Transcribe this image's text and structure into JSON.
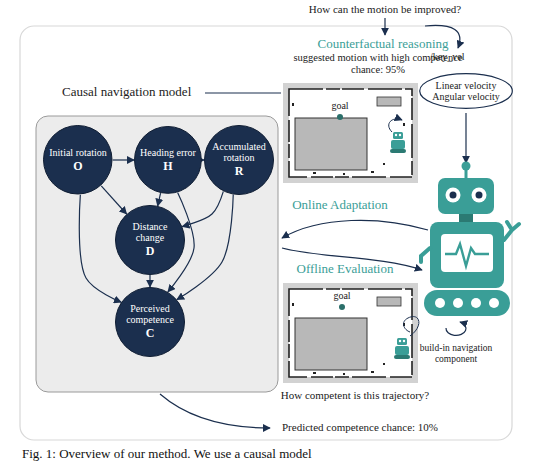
{
  "diagram": {
    "caption": "Fig. 1: Overview of our method. We use a causal model",
    "nodes": [
      {
        "text": [
          "Initial rotation",
          "O"
        ]
      },
      {
        "text": [
          "Heading error",
          "H"
        ]
      },
      {
        "text": [
          "Accumulated rotation",
          "R"
        ]
      },
      {
        "text": [
          "Distance change",
          "D"
        ]
      },
      {
        "text": [
          "Perceived competence",
          "C"
        ]
      },
      {
        "text": [
          "Linear velocity Angular velocity"
        ]
      }
    ],
    "edges": [
      {
        "from": 0,
        "to": 1,
        "arrow": "to"
      },
      {
        "from": 1,
        "to": 2,
        "arrow": "to"
      },
      {
        "from": 0,
        "to": 3,
        "arrow": "to"
      },
      {
        "from": 0,
        "to": 4,
        "arrow": "to"
      },
      {
        "from": 1,
        "to": 3,
        "arrow": "to"
      },
      {
        "from": 1,
        "to": 4,
        "arrow": "to"
      },
      {
        "from": 2,
        "to": 3,
        "arrow": "to"
      },
      {
        "from": 2,
        "to": 4,
        "arrow": "to"
      },
      {
        "from": 3,
        "to": 4,
        "arrow": "to"
      }
    ],
    "labels": [
      "How can the motion be improved?",
      "Causal navigation model",
      "Counterfactual reasoning",
      "suggested motion with high competence chance: 95%",
      "goal",
      "/key_vel",
      "Online Adaptation",
      "Offline Evaluation",
      "goal",
      "build-in navigation component",
      "How competent is this trajectory?",
      "Predicted competence chance: 10%"
    ]
  }
}
